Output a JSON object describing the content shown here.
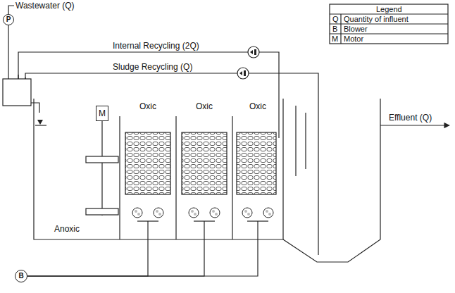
{
  "diagram": {
    "nodes": [
      {
        "text": [
          "P"
        ]
      },
      {
        "text": [
          "Anoxic"
        ]
      },
      {
        "text": [
          "M"
        ],
        "in": 1
      },
      {
        "text": [
          "Oxic"
        ]
      },
      {
        "text": [
          "Oxic"
        ]
      },
      {
        "text": [
          "Oxic"
        ]
      },
      {
        "text": [
          "B"
        ]
      }
    ],
    "edges": [
      {
        "from": 6,
        "to": 3,
        "arrow": "none"
      },
      {
        "from": 6,
        "to": 4,
        "arrow": "none"
      },
      {
        "from": 6,
        "to": 5,
        "arrow": "none"
      }
    ],
    "labels": [
      "Wastewater (Q)",
      "Internal Recycling (2Q)",
      "Sludge Recycling (Q)",
      "Effluent (Q)",
      "Legend",
      "Q",
      "B",
      "M"
    ],
    "legend": [
      {
        "text": "Quantity of influent"
      },
      {
        "text": "Blower"
      },
      {
        "text": "Motor"
      }
    ]
  }
}
